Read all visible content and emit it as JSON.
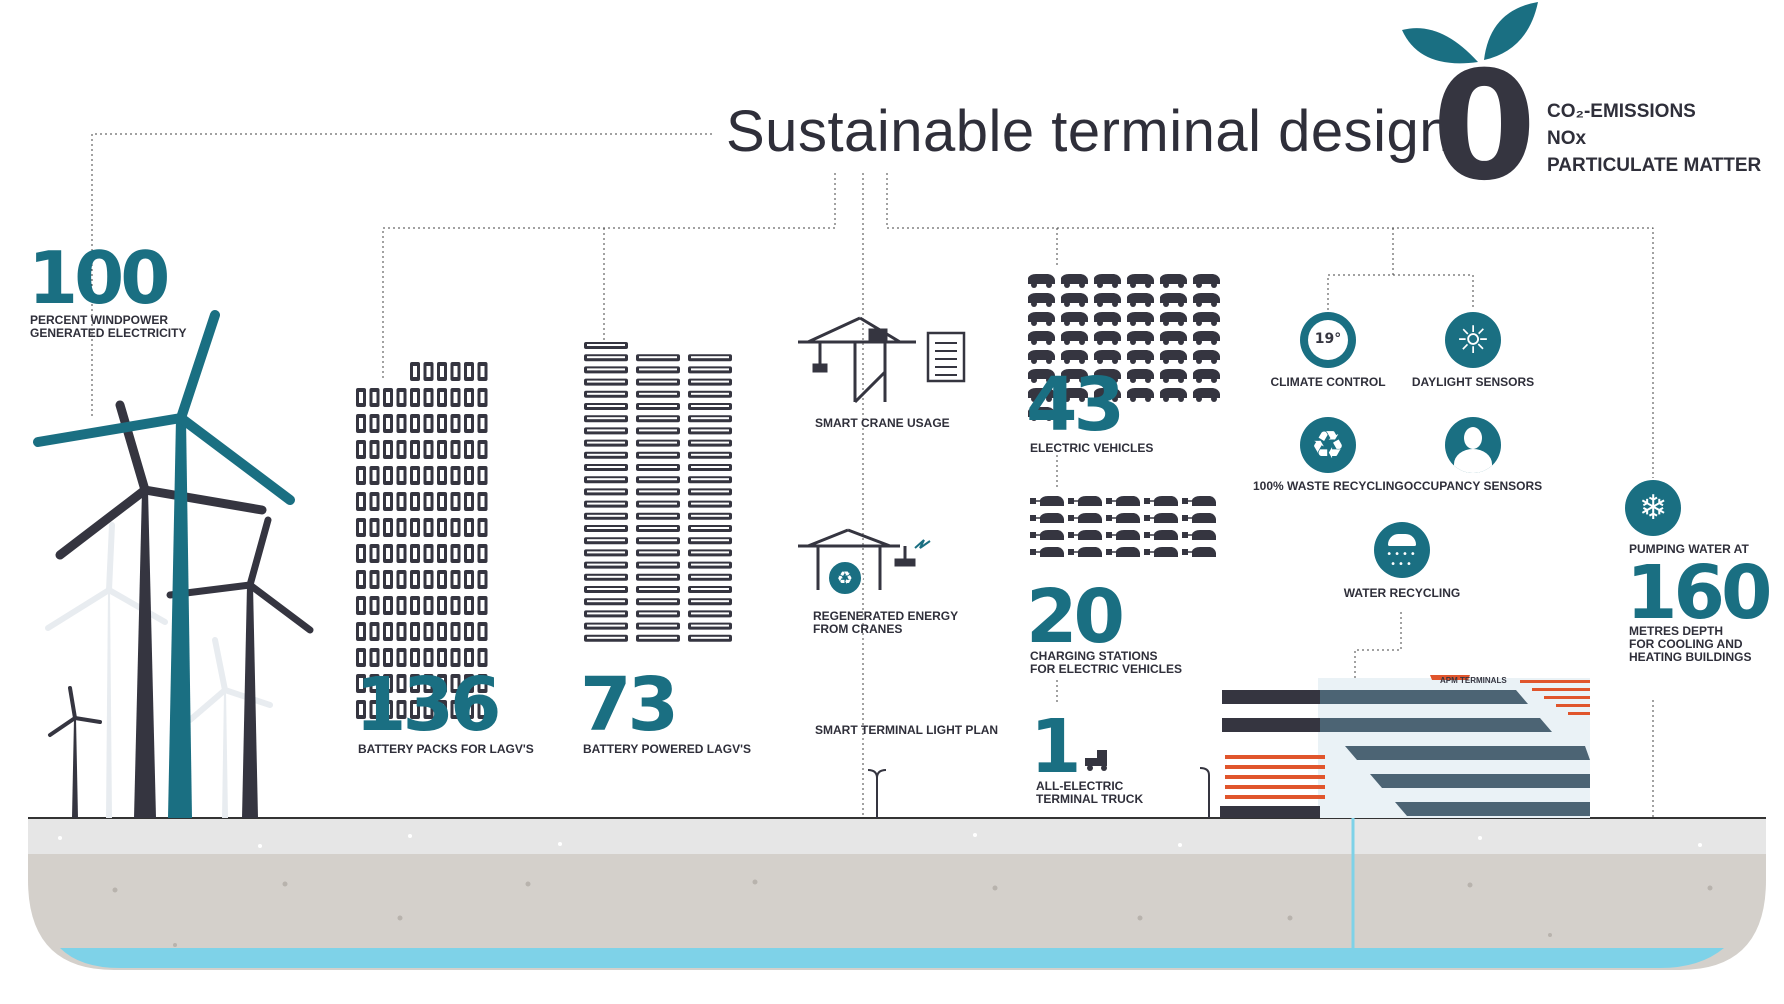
{
  "title": "Sustainable terminal design",
  "zero": {
    "value": "0",
    "items": [
      "CO₂-EMISSIONS",
      "NOx",
      "PARTICULATE MATTER"
    ]
  },
  "stats": {
    "wind": {
      "value": "100",
      "label_lines": [
        "PERCENT WINDPOWER",
        "GENERATED ELECTRICITY"
      ]
    },
    "battery_packs": {
      "value": "136",
      "label": "BATTERY PACKS FOR LAGV'S"
    },
    "battery_lagv": {
      "value": "73",
      "label": "BATTERY POWERED LAGV'S"
    },
    "electric_vehicles": {
      "value": "43",
      "label": "ELECTRIC VEHICLES"
    },
    "charging_stations": {
      "value": "20",
      "label_lines": [
        "CHARGING STATIONS",
        "FOR ELECTRIC VEHICLES"
      ]
    },
    "truck": {
      "value": "1",
      "label_lines": [
        "ALL-ELECTRIC",
        "TERMINAL TRUCK"
      ]
    },
    "pumping": {
      "pre_label": "PUMPING WATER AT",
      "value": "160",
      "label_lines": [
        "METRES DEPTH",
        "FOR COOLING AND",
        "HEATING BUILDINGS"
      ]
    }
  },
  "cranes": {
    "smart_usage": "SMART CRANE USAGE",
    "regenerated_lines": [
      "REGENERATED ENERGY",
      "FROM CRANES"
    ],
    "light_plan": "SMART TERMINAL LIGHT PLAN"
  },
  "building_features": {
    "climate_control": {
      "label": "CLIMATE CONTROL",
      "temp": "19°"
    },
    "daylight_sensors": {
      "label": "DAYLIGHT SENSORS"
    },
    "waste_recycling": {
      "label": "100% WASTE RECYCLING"
    },
    "occupancy_sensors": {
      "label": "OCCUPANCY SENSORS"
    },
    "water_recycling": {
      "label": "WATER RECYCLING"
    }
  },
  "building_sign": "APM TERMINALS",
  "colors": {
    "teal": "#1a6f82",
    "dark": "#353540",
    "orange": "#e0552c",
    "ground_light": "#e4e4e4",
    "ground": "#d4d0cb",
    "water": "#7ed2e8"
  },
  "counts": {
    "battery_packs": 136,
    "battery_lagv": 73,
    "electric_vehicles": 43,
    "charging_stations": 20
  }
}
